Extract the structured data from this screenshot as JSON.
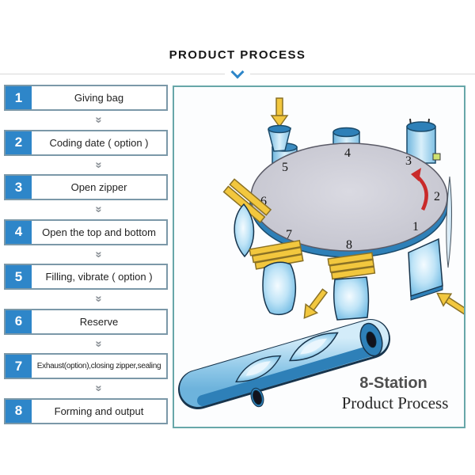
{
  "header": {
    "title": "PRODUCT PROCESS"
  },
  "steps": [
    {
      "num": "1",
      "label": "Giving bag"
    },
    {
      "num": "2",
      "label": "Coding date ( option )"
    },
    {
      "num": "3",
      "label": "Open zipper"
    },
    {
      "num": "4",
      "label": "Open the top and bottom"
    },
    {
      "num": "5",
      "label": "Filling, vibrate ( option )"
    },
    {
      "num": "6",
      "label": "Reserve"
    },
    {
      "num": "7",
      "label": "Exhaust(option),closing zipper,sealing"
    },
    {
      "num": "8",
      "label": "Forming and output"
    }
  ],
  "icons": {
    "step_arrow_glyph": "»",
    "title_chevron": "chevron-down",
    "rotation_arrow": "curved-red-arrow-counterclockwise",
    "feed_arrows": "yellow-block-arrows"
  },
  "diagram": {
    "stations": [
      "1",
      "2",
      "3",
      "4",
      "5",
      "6",
      "7",
      "8"
    ],
    "caption": {
      "line1": "8-Station",
      "line2": "Product Process"
    }
  },
  "colors": {
    "accent_blue": "#2e86c9",
    "panel_border": "#68a7a9",
    "step_box_border": "#7b98a8",
    "disc_gray": "#c9c9d3",
    "machine_blue": "#2e80b8",
    "bag_blue": "#8fcbea",
    "bar_yellow": "#f2c73e",
    "arrow_red": "#c92a2a"
  }
}
